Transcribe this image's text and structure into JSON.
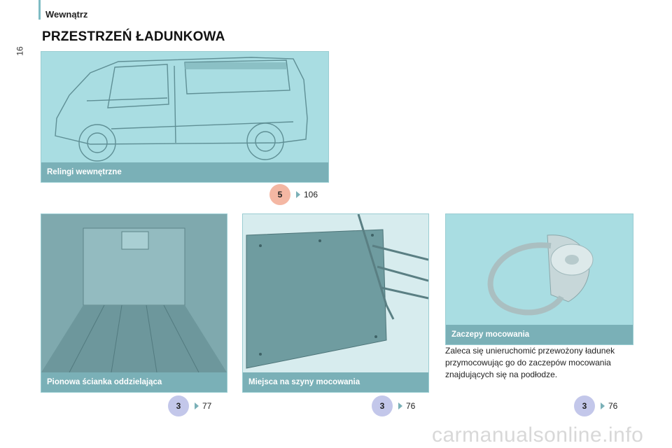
{
  "header": {
    "section": "Wewnątrz",
    "page_number": "16",
    "title": "PRZESTRZEŃ ŁADUNKOWA"
  },
  "panels": {
    "rails": {
      "caption": "Relingi wewnętrzne",
      "ref_chapter": "5",
      "ref_page": "106",
      "badge_color": "#f4b7a3"
    },
    "partition": {
      "caption": "Pionowa ścianka oddzielająca",
      "ref_chapter": "3",
      "ref_page": "77",
      "badge_color": "#c3c7ea"
    },
    "rails_mount": {
      "caption": "Miejsca na szyny mocowania",
      "ref_chapter": "3",
      "ref_page": "76",
      "badge_color": "#c3c7ea"
    },
    "anchors": {
      "caption": "Zaczepy mocowania",
      "ref_chapter": "3",
      "ref_page": "76",
      "badge_color": "#c3c7ea",
      "note": "Zaleca się unieruchomić przewożony ładunek przymocowując go do zaczepów mocowania znajdujących się na podłodze."
    }
  },
  "watermark": "carmanualsonline.info"
}
